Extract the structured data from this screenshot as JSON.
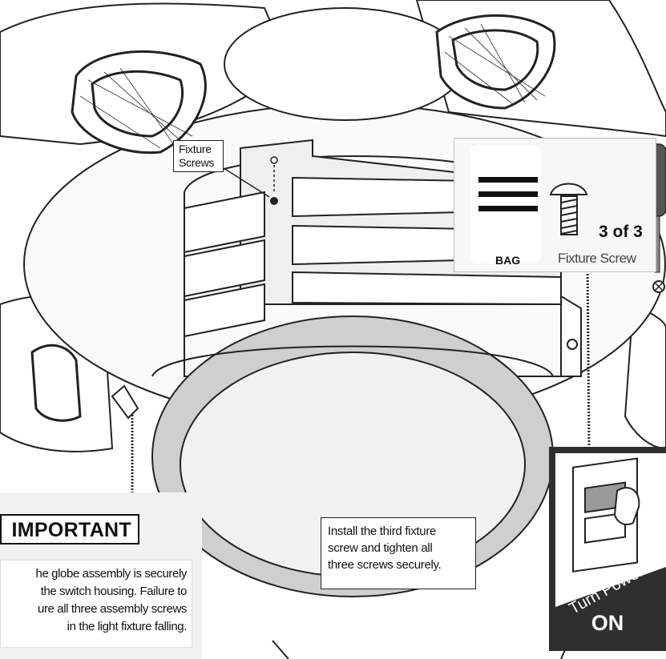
{
  "callout_fixture_screws": {
    "line1": "Fixture",
    "line2": "Screws"
  },
  "parts_panel": {
    "bag_label": "BAG",
    "count": "3 of 3",
    "screw_name": "Fixture Screw"
  },
  "important": {
    "title": "IMPORTANT",
    "lines": [
      "he globe assembly is securely",
      "the switch housing. Failure to",
      "ure all three assembly screws",
      "in the light fixture falling."
    ]
  },
  "install_note": {
    "lines": [
      "Install the third fixture",
      "screw and tighten all",
      "three screws securely."
    ]
  },
  "power": {
    "turn": "Turn Power",
    "state": "ON"
  },
  "colors": {
    "panel_dark": "#2f2f2f",
    "line": "#222222"
  }
}
